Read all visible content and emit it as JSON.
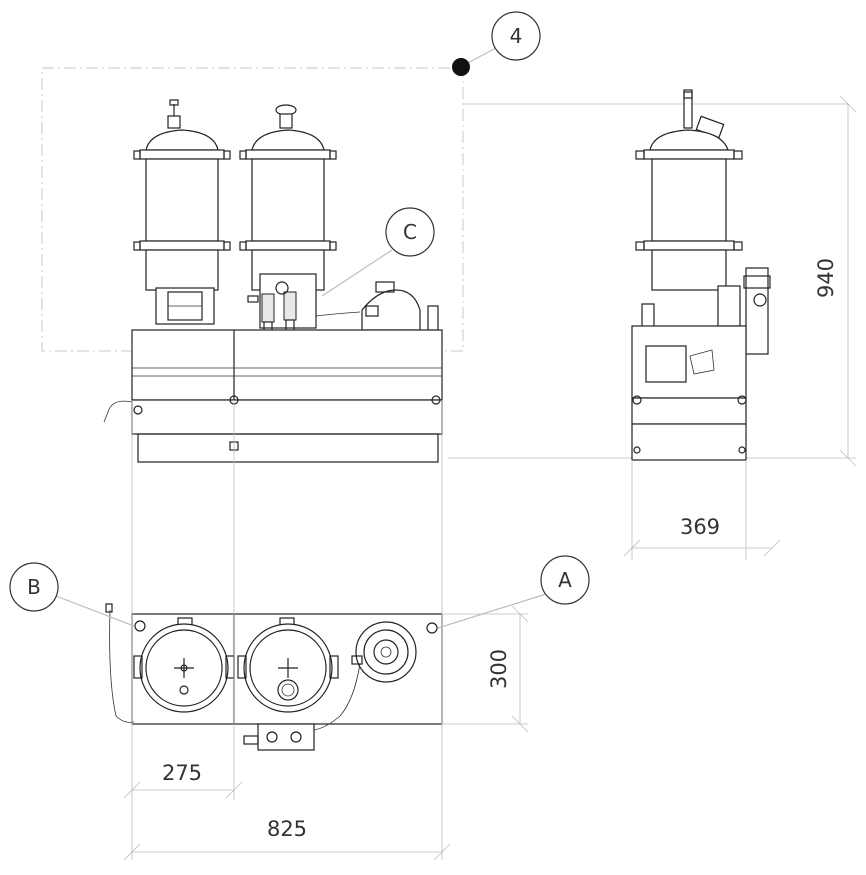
{
  "callouts": {
    "c4": "4",
    "cC": "C",
    "cA": "A",
    "cB": "B"
  },
  "dimensions": {
    "height": "940",
    "side_width": "369",
    "depth": "300",
    "module_width": "275",
    "total_width": "825"
  },
  "colors": {
    "line": "#222222",
    "extension": "#bdbdbd",
    "marker": "#111111"
  }
}
